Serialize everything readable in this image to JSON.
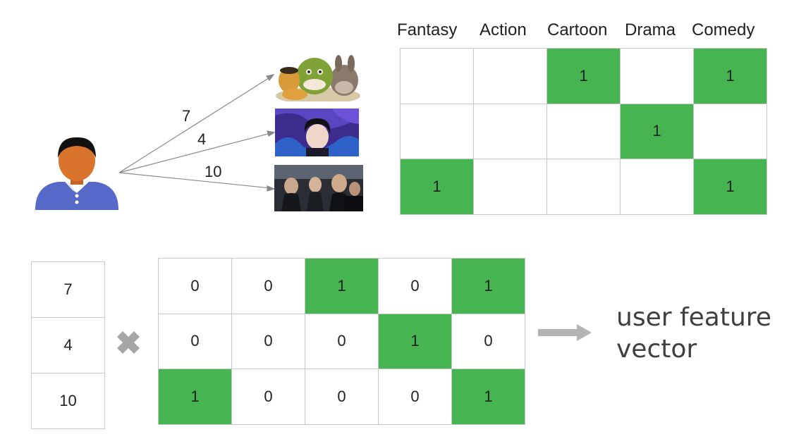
{
  "genres": [
    "Fantasy",
    "Action",
    "Cartoon",
    "Drama",
    "Comedy"
  ],
  "ratings": [
    "7",
    "4",
    "10"
  ],
  "movie_matrix": [
    [
      "",
      "",
      "1",
      "",
      "1"
    ],
    [
      "",
      "",
      "",
      "1",
      ""
    ],
    [
      "1",
      "",
      "",
      "",
      "1"
    ]
  ],
  "feature_matrix": [
    [
      "0",
      "0",
      "1",
      "0",
      "1"
    ],
    [
      "0",
      "0",
      "0",
      "1",
      "0"
    ],
    [
      "1",
      "0",
      "0",
      "0",
      "1"
    ]
  ],
  "caption": {
    "line1": "user feature",
    "line2": "vector"
  },
  "colors": {
    "highlight": "#46b450",
    "arrow": "#b3b3b3",
    "user_shirt": "#5668c8",
    "user_skin": "#d9742c"
  },
  "icons": {
    "user": "user-avatar-icon",
    "multiply": "multiply-icon",
    "arrow": "right-arrow-icon"
  }
}
